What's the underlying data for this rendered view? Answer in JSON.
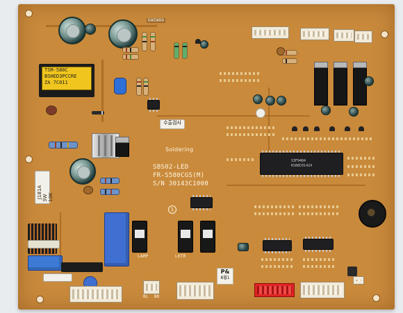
{
  "silkscreen": {
    "model_line1": "SBS02-LED",
    "model_line2": "FR-S580CGS(M)",
    "model_line3": "S/N 30143C1000",
    "soldering": "Soldering",
    "top_brand": "DAEWOO",
    "circle_mark": "1",
    "ltr_label": "LHTR",
    "bl_label": "BL",
    "bk_label": "BK",
    "lamp_label": "LAMP"
  },
  "sticker": {
    "text": "수출검사"
  },
  "transformer_label": {
    "line1": "TSM-580C",
    "line2": "BSHED3PCCRE",
    "line3": "ZA 7C011"
  },
  "ntc_label": {
    "line1": "J181A",
    "line2": "3W 10K"
  },
  "mcu_marking": {
    "line1": "S3F9484",
    "line2": "KS88C01424"
  },
  "inspection_label": {
    "line1": "P&",
    "line2": "8월1"
  },
  "colors": {
    "pcb": "#c98a3c",
    "silkscreen": "#fff6e0",
    "connector": "#f2ead9",
    "red_connector": "#e02525",
    "relay_cover": "#3f6fd0",
    "transformer_tag": "#f0c61e"
  }
}
